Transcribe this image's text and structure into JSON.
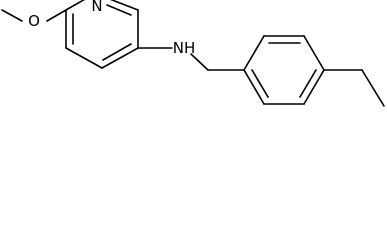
{
  "structure": {
    "atoms": {
      "pyridine_n": "N",
      "amine": "NH",
      "methoxy_o": "O"
    },
    "colors": {
      "bond": "#000000",
      "background": "#ffffff"
    }
  }
}
